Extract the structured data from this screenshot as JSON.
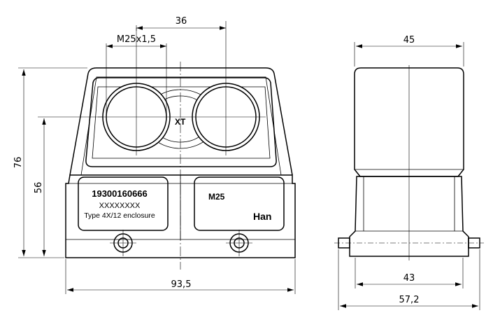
{
  "dimensions": {
    "thread_spacing": "36",
    "thread_size": "M25x1,5",
    "total_height": "76",
    "lower_height": "56",
    "front_width": "93,5",
    "side_top_width": "45",
    "side_base_width": "43",
    "side_total_width": "57,2"
  },
  "labels": {
    "part_number": "19300160666",
    "code_placeholder": "XXXXXXXX",
    "enclosure_type": "Type 4X/12 enclosure",
    "entry_thread": "M25",
    "brand": "Han",
    "center_mark": "XT"
  }
}
